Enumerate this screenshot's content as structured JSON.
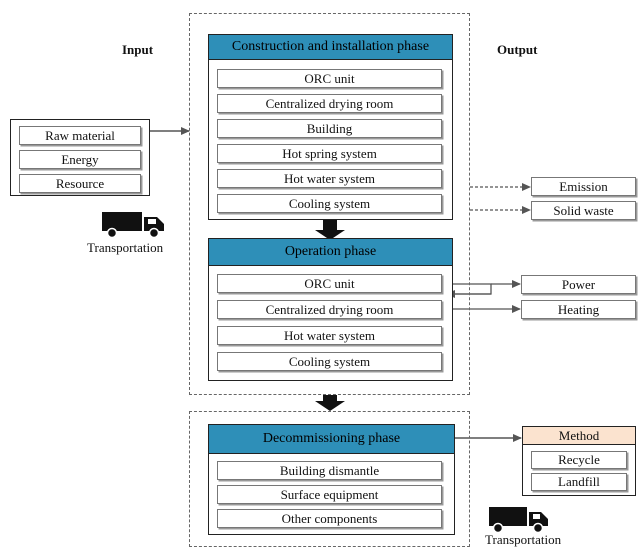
{
  "labels": {
    "input": "Input",
    "output": "Output",
    "transportation_left": "Transportation",
    "transportation_bottom": "Transportation"
  },
  "inputs": [
    "Raw material",
    "Energy",
    "Resource"
  ],
  "construction": {
    "title": "Construction and installation phase",
    "items": [
      "ORC unit",
      "Centralized drying room",
      "Building",
      "Hot spring system",
      "Hot water system",
      "Cooling system"
    ]
  },
  "operation": {
    "title": "Operation phase",
    "items": [
      "ORC unit",
      "Centralized drying room",
      "Hot water system",
      "Cooling system"
    ]
  },
  "decommissioning": {
    "title": "Decommissioning phase",
    "items": [
      "Building dismantle",
      "Surface equipment",
      "Other components"
    ]
  },
  "outputs": {
    "emission": "Emission",
    "solid_waste": "Solid waste",
    "power": "Power",
    "heating": "Heating"
  },
  "method": {
    "title": "Method",
    "items": [
      "Recycle",
      "Landfill"
    ]
  },
  "colors": {
    "phase_header": "#2e8fb8",
    "method_header": "#fbe3cf",
    "arrow": "#555555",
    "block_arrow": "#111111"
  },
  "icons": [
    "truck-icon",
    "truck-icon"
  ]
}
